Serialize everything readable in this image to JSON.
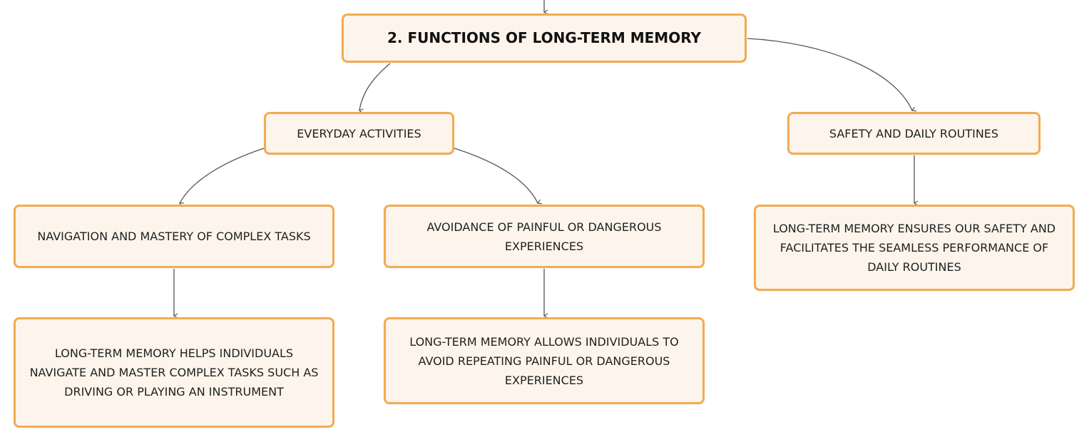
{
  "diagram": {
    "root": {
      "label": "2. FUNCTIONS OF LONG-TERM MEMORY"
    },
    "everyday": {
      "label": "EVERYDAY ACTIVITIES"
    },
    "safety": {
      "label": "SAFETY AND DAILY ROUTINES"
    },
    "navigation": {
      "label": "NAVIGATION AND MASTERY OF COMPLEX TASKS"
    },
    "avoidance": {
      "label": "AVOIDANCE OF PAINFUL OR DANGEROUS EXPERIENCES"
    },
    "safety_detail": {
      "label": "LONG-TERM MEMORY ENSURES OUR SAFETY AND FACILITATES THE SEAMLESS PERFORMANCE OF DAILY ROUTINES"
    },
    "navigation_detail": {
      "label": "LONG-TERM MEMORY HELPS INDIVIDUALS NAVIGATE AND MASTER COMPLEX TASKS SUCH AS DRIVING OR PLAYING AN INSTRUMENT"
    },
    "avoidance_detail": {
      "label": "LONG-TERM MEMORY ALLOWS INDIVIDUALS TO AVOID REPEATING PAINFUL OR DANGEROUS EXPERIENCES"
    },
    "colors": {
      "node_fill": "#fdf5ec",
      "node_border": "#f3ab52",
      "connector": "#555555"
    }
  }
}
